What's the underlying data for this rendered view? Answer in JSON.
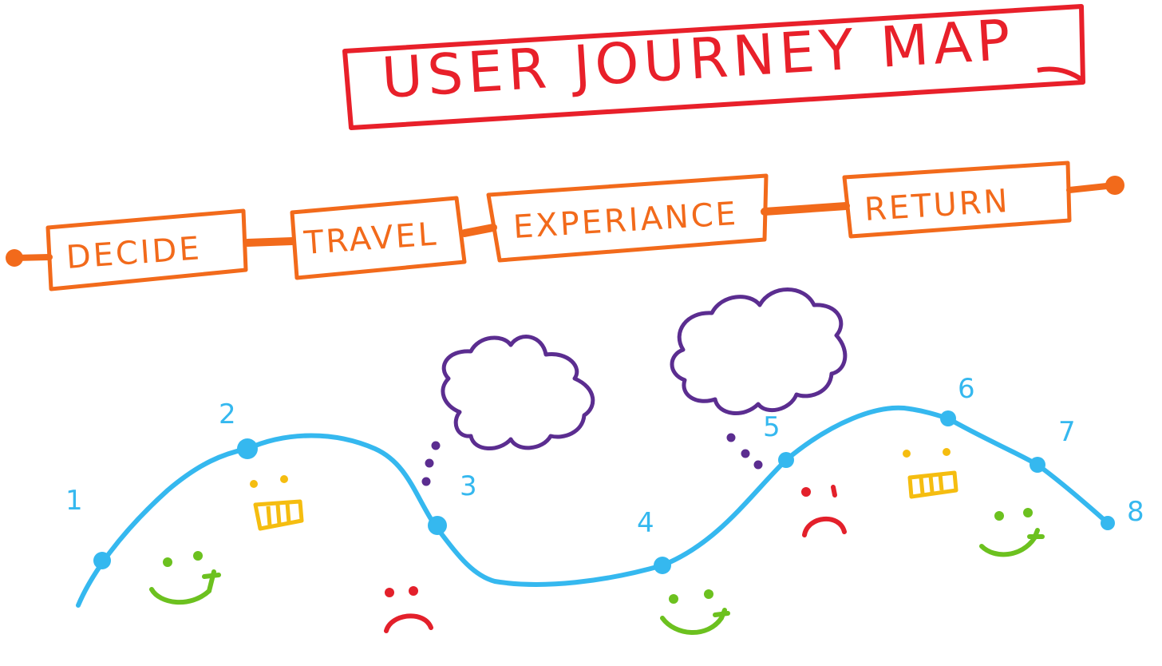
{
  "title": "USER JOURNEY MAP",
  "stages": [
    {
      "label": "DECIDE"
    },
    {
      "label": "TRAVEL"
    },
    {
      "label": "EXPERIANCE"
    },
    {
      "label": "RETURN"
    }
  ],
  "touchpoints": [
    {
      "number": "1",
      "mood": "happy"
    },
    {
      "number": "2",
      "mood": "grimace"
    },
    {
      "number": "3",
      "mood": "sad"
    },
    {
      "number": "4",
      "mood": "happy"
    },
    {
      "number": "5",
      "mood": "sad"
    },
    {
      "number": "6",
      "mood": "grimace"
    },
    {
      "number": "7",
      "mood": "happy"
    },
    {
      "number": "8",
      "mood": ""
    }
  ],
  "colors": {
    "title": "#e8202a",
    "stages": "#f26a1b",
    "curve": "#35b8ef",
    "thought": "#5b2d90",
    "happy": "#6cc11f",
    "grimace": "#f5bd10",
    "sad": "#e3202b"
  }
}
